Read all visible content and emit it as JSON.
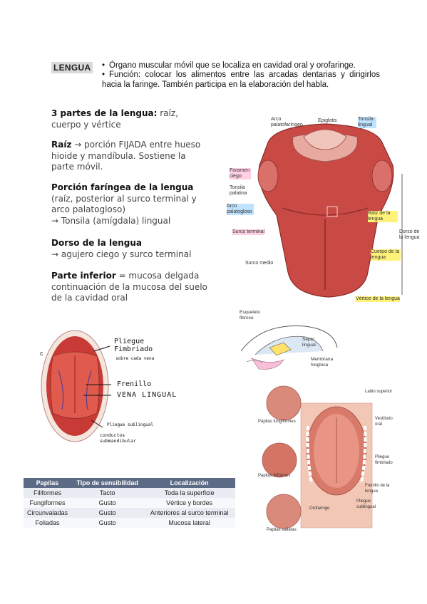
{
  "title": "LENGUA",
  "bullets": [
    "Órgano muscular móvil que se localiza en cavidad oral y orofaringe.",
    "Función: colocar los alimentos entre las arcadas dentarias y dirigirlos hacia la faringe. También participa en la elaboración del habla."
  ],
  "sections": {
    "partes": {
      "head": "3 partes de la lengua:",
      "body": " raíz, cuerpo y vértice"
    },
    "raiz": {
      "head": "Raíz",
      "body": " → porción FIJADA entre hueso hioide y mandíbula. Sostiene la parte móvil."
    },
    "faringea": {
      "head": "Porción faríngea de la lengua",
      "body": " (raíz, posterior al surco terminal y arco palatogloso)",
      "sub": "→ Tonsila (amígdala) lingual"
    },
    "dorso": {
      "head": "Dorso de la lengua",
      "sub": "→ agujero ciego y surco terminal"
    },
    "inferior": {
      "head": "Parte inferior",
      "body": " = mucosa delgada continuación de la mucosa del suelo de la cavidad oral"
    }
  },
  "fig1": {
    "arco": "Arco palatofaríngeo",
    "epiglotis": "Epiglotis",
    "tonsila_lingual": "Tonsila lingual",
    "foramen": "Foramen ciego",
    "tonsila_palatina": "Tonsila palatina",
    "arco_palatogloso": "Arco palatogloso",
    "surco_terminal": "Surco terminal",
    "surco_medio": "Surco medio",
    "raiz": "Raíz de la lengua",
    "dorso": "Dorso de la lengua",
    "cuerpo": "Cuerpo de la lengua",
    "vertice": "Vértice de la lengua"
  },
  "fig2": {
    "esqueleto": "Esqueleto fibroso",
    "septo": "Septo lingual",
    "membrana": "Membrana hioglosa"
  },
  "fig3": {
    "letter": "c",
    "pliegue": "Pliegue Fimbriado",
    "sobre": "sobre cada vena",
    "frenillo": "Frenillo",
    "vena": "VENA LINGUAL",
    "pliegue_sub": "Pliegue sublingual",
    "conductos": "conductos submandibular"
  },
  "fig4": {
    "labio": "Labio superior",
    "fungiformes": "Papilas fungiformes",
    "vestibulo": "Vestíbulo oral",
    "filiformes": "Papilas filiformes",
    "pliegue": "Pliegue fimbriado",
    "frenillo": "Frenillo de la lengua",
    "orofaringe": "Orofaringe",
    "pliegue_sub": "Pliegue sublingual",
    "papilas_vall": "Papilas vallatas"
  },
  "table": {
    "headers": [
      "Papilas",
      "Tipo de sensibilidad",
      "Localización"
    ],
    "rows": [
      [
        "Filiformes",
        "Tacto",
        "Toda la superficie"
      ],
      [
        "Fungiformes",
        "Gusto",
        "Vértice y bordes"
      ],
      [
        "Circunvaladas",
        "Gusto",
        "Anteriores al surco terminal"
      ],
      [
        "Foliadas",
        "Gusto",
        "Mucosa lateral"
      ]
    ]
  },
  "colors": {
    "tongue": "#c94a45",
    "table_header": "#5c6a85",
    "highlight_yellow": "#fff27a",
    "highlight_blue": "#bfe3ff",
    "highlight_pink": "#ffd0e4"
  }
}
